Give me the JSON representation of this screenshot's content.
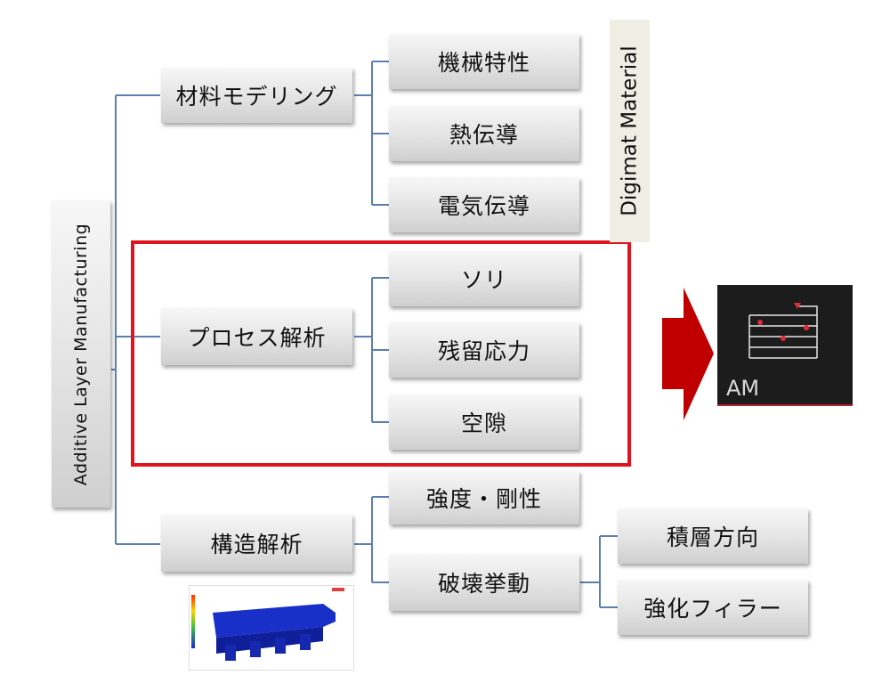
{
  "root": {
    "label": "Additive Layer Manufacturing"
  },
  "branches": [
    {
      "label": "材料モデリング",
      "children": [
        "機械特性",
        "熱伝導",
        "電気伝導"
      ]
    },
    {
      "label": "プロセス解析",
      "children": [
        "ソリ",
        "残留応力",
        "空隙"
      ]
    },
    {
      "label": "構造解析",
      "children": [
        "強度・剛性",
        "破壊挙動"
      ]
    }
  ],
  "sub_branch": {
    "parent": "破壊挙動",
    "children": [
      "積層方向",
      "強化フィラー"
    ]
  },
  "side_label": "Digimat Material",
  "product_panel": {
    "label": "AM"
  },
  "colors": {
    "connector": "#5a7fb0",
    "highlight": "#e0141e",
    "arrow": "#c00000",
    "panel": "#1c1c1c"
  }
}
